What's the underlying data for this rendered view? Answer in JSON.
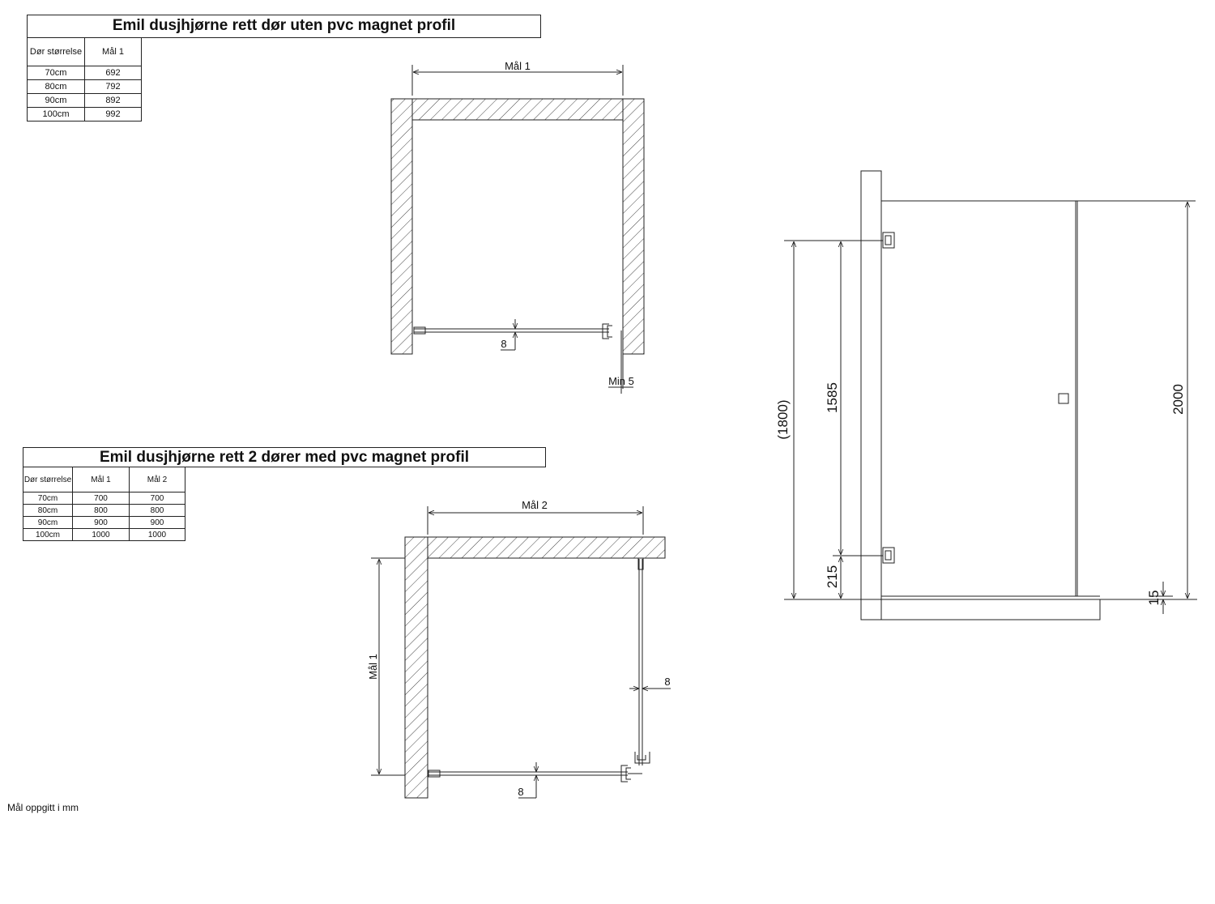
{
  "table1": {
    "title": "Emil dusjhjørne rett dør uten pvc magnet profil",
    "headers": [
      "Dør størrelse",
      "Mål 1"
    ],
    "rows": [
      [
        "70cm",
        "692"
      ],
      [
        "80cm",
        "792"
      ],
      [
        "90cm",
        "892"
      ],
      [
        "100cm",
        "992"
      ]
    ]
  },
  "table2": {
    "title": "Emil dusjhjørne rett 2 dører med pvc magnet profil",
    "headers": [
      "Dør størrelse",
      "Mål 1",
      "Mål 2"
    ],
    "rows": [
      [
        "70cm",
        "700",
        "700"
      ],
      [
        "80cm",
        "800",
        "800"
      ],
      [
        "90cm",
        "900",
        "900"
      ],
      [
        "100cm",
        "1000",
        "1000"
      ]
    ]
  },
  "plan1": {
    "dim_width": "Mål 1",
    "dim_gap": "8",
    "dim_min": "Min 5"
  },
  "plan2": {
    "dim_width": "Mål 2",
    "dim_height": "Mål 1",
    "dim_side_gap": "8",
    "dim_bottom_gap": "8"
  },
  "elevation": {
    "dim_total_height": "2000",
    "dim_wall_height": "(1800)",
    "dim_hinge_span": "1585",
    "dim_hinge_bottom": "215",
    "dim_base": "15"
  },
  "footer_note": "Mål oppgitt i mm"
}
